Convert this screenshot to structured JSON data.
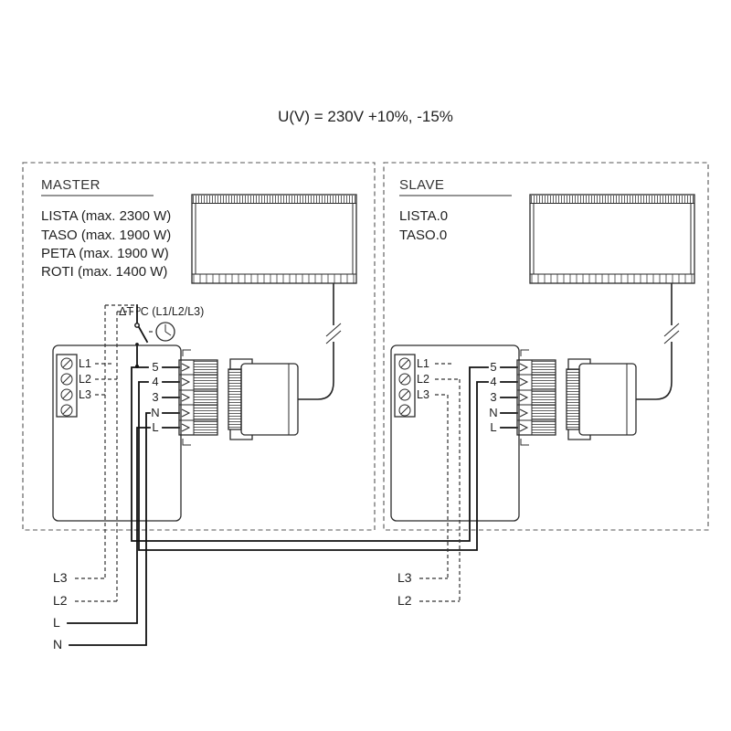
{
  "title": "U(V) = 230V  +10%, -15%",
  "master": {
    "label": "MASTER",
    "models": [
      "LISTA (max. 2300 W)",
      "TASO (max. 1900 W)",
      "PETA (max. 1900 W)",
      "ROTI (max. 1400 W)"
    ],
    "thermostat_label": "ΔT ºC (L1/L2/L3)",
    "terminals": [
      "L1",
      "L2",
      "L3"
    ],
    "pins": [
      "5",
      "4",
      "3",
      "N",
      "L"
    ]
  },
  "slave": {
    "label": "SLAVE",
    "models": [
      "LISTA.0",
      "TASO.0"
    ],
    "terminals": [
      "L1",
      "L2",
      "L3"
    ],
    "pins": [
      "5",
      "4",
      "3",
      "N",
      "L"
    ]
  },
  "supply_left": [
    "L3",
    "L2",
    "L",
    "N"
  ],
  "supply_right": [
    "L3",
    "L2"
  ],
  "colors": {
    "line": "#2b2b2b",
    "background": "#ffffff"
  }
}
